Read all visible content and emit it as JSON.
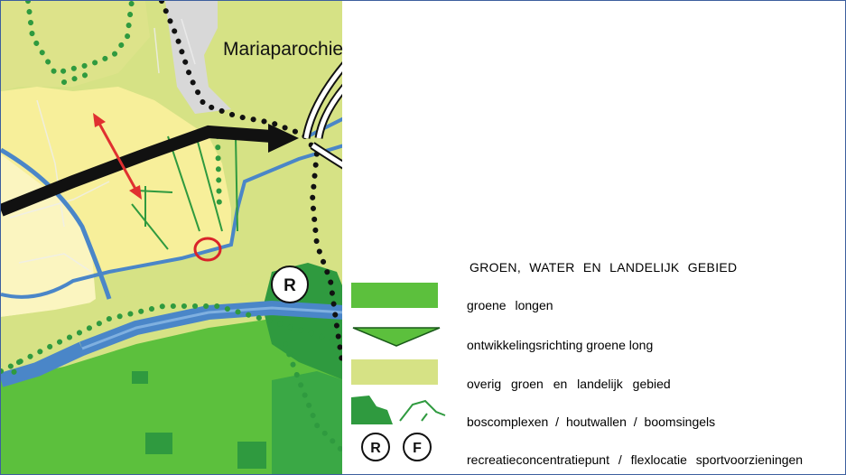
{
  "map": {
    "place_name": "Mariaparochie",
    "colors": {
      "groene_longen": "#5cc03d",
      "overig_groen": "#d6e285",
      "bebouwing_geel": "#f7ef9a",
      "bebouwing_lichtgeel": "#fbf5c0",
      "bebouwing_grijs": "#d6d6d6",
      "boscomplex": "#2f9a3f",
      "water": "#4a86c8",
      "ontwikkelingsrichting": "#e03030",
      "hoofdweg": "#111111"
    },
    "markers": [
      {
        "name": "recreation-point-marker",
        "letter": "R"
      }
    ],
    "highlight": {
      "name": "location-circle",
      "color": "#d9232a"
    }
  },
  "legend": {
    "title": "GROEN, WATER EN LANDELIJK GEBIED",
    "items": [
      {
        "key": "groene-longen",
        "label": "groene longen",
        "icon": "green-rectangle-swatch"
      },
      {
        "key": "ontwikkelingsrichting",
        "label": "ontwikkelingsrichting groene long",
        "icon": "green-triangle-swatch"
      },
      {
        "key": "overig-groen",
        "label": "overig groen en landelijk gebied",
        "icon": "light-green-rectangle-swatch"
      },
      {
        "key": "boscomplexen",
        "label": "boscomplexen / houtwallen / boomsingels",
        "icon": "forest-and-tree-line-swatch"
      },
      {
        "key": "recreatie",
        "label": "recreatieconcentratiepunt / flexlocatie sportvoorzieningen",
        "icon": "r-f-circle-symbols",
        "symbols": [
          "R",
          "F"
        ]
      }
    ]
  }
}
